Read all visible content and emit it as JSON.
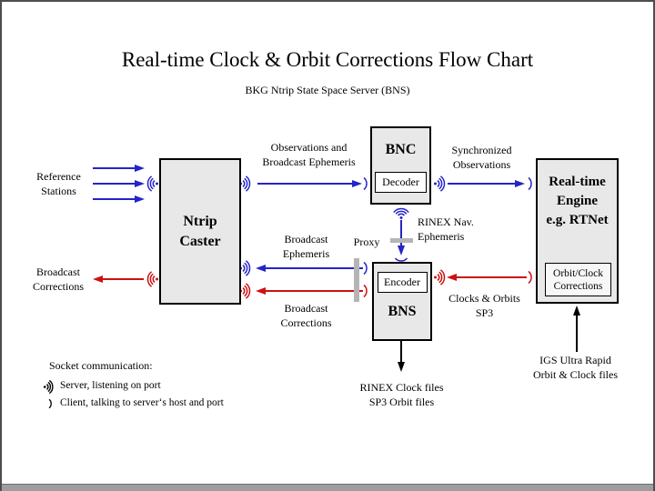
{
  "header": {
    "title": "Real-time Clock & Orbit Corrections Flow Chart",
    "subtitle": "BKG Ntrip State Space Server (BNS)"
  },
  "colors": {
    "blue": "#2424c8",
    "red": "#cc1111",
    "box_fill": "#e8e8e8",
    "proxy_bar": "#b5b5b5",
    "frame": "#4d4d4d",
    "bottom_strip": "#9e9e9e"
  },
  "nodes": {
    "ntrip_caster": {
      "lines": [
        "Ntrip",
        "Caster"
      ]
    },
    "bnc": {
      "label": "BNC",
      "inner": "Decoder"
    },
    "bns": {
      "label": "BNS",
      "inner": "Encoder"
    },
    "rt_engine": {
      "lines": [
        "Real-time",
        "Engine",
        "e.g. RTNet"
      ],
      "inner": [
        "Orbit/Clock",
        "Corrections"
      ]
    }
  },
  "flows": {
    "reference_stations": [
      "Reference",
      "Stations"
    ],
    "broadcast_corrections_users": [
      "Broadcast",
      "Corrections"
    ],
    "observations_broadcast_ephemeris": [
      "Observations and",
      "Broadcast Ephemeris"
    ],
    "synchronized_observations": [
      "Synchronized",
      "Observations"
    ],
    "rinex_nav_ephemeris": [
      "RINEX Nav.",
      "Ephemeris"
    ],
    "proxy": "Proxy",
    "broadcast_ephemeris": [
      "Broadcast",
      "Ephemeris"
    ],
    "broadcast_corrections": [
      "Broadcast",
      "Corrections"
    ],
    "clocks_orbits": [
      "Clocks & Orbits",
      "SP3"
    ],
    "bns_output": [
      "RINEX Clock files",
      "SP3 Orbit files"
    ],
    "igs_input": [
      "IGS Ultra Rapid",
      "Orbit & Clock files"
    ]
  },
  "legend": {
    "heading": "Socket communication:",
    "server": "Server, listening on port",
    "client": "Client, talking to server‘s host and port"
  }
}
